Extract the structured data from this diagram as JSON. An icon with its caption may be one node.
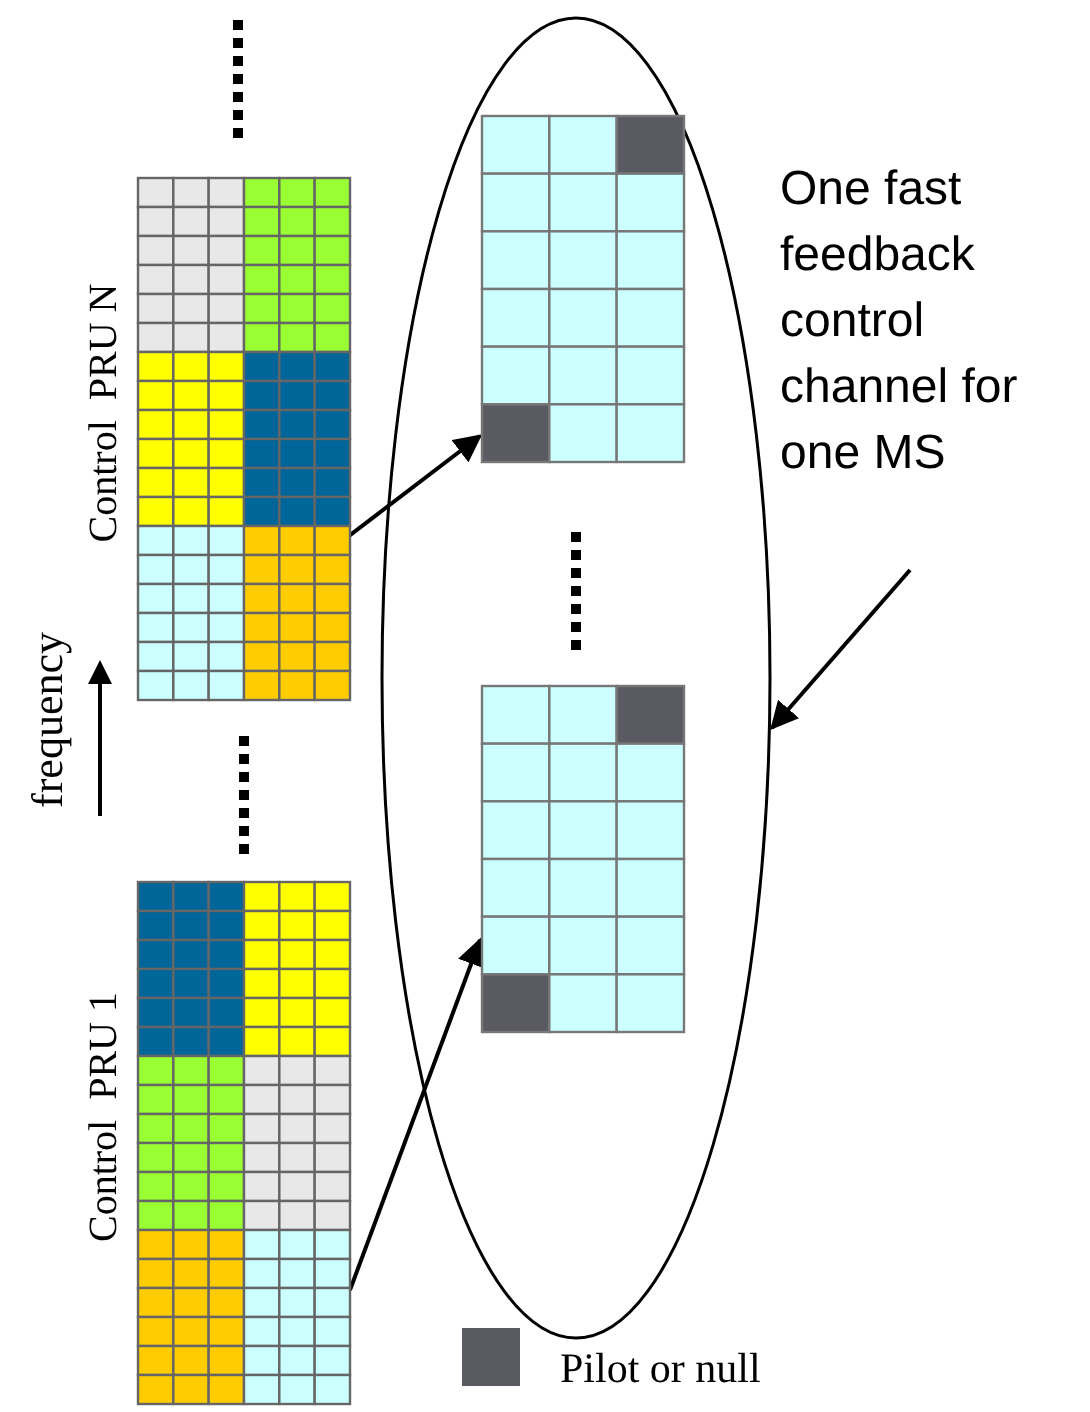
{
  "diagram": {
    "nodes": [
      {
        "text": [
          "Control  PRU N"
        ]
      },
      {
        "text": [],
        "shape": "ellipse"
      },
      {
        "text": [],
        "shape": "box",
        "in": 1
      },
      {
        "text": [],
        "shape": "box",
        "in": 1
      },
      {
        "text": [
          "One fast feedback control channel for one MS"
        ]
      },
      {
        "text": [
          "Control  PRU 1"
        ]
      }
    ],
    "edges": [
      {
        "from": 0,
        "to": 2,
        "arrow": "to"
      },
      {
        "from": 5,
        "to": 3,
        "arrow": "to"
      },
      {
        "from": 4,
        "to": 1,
        "arrow": "to"
      }
    ],
    "labels": [
      "frequency"
    ],
    "legend": [
      {
        "text": "Pilot or null",
        "color": "#5a5a62"
      }
    ]
  }
}
